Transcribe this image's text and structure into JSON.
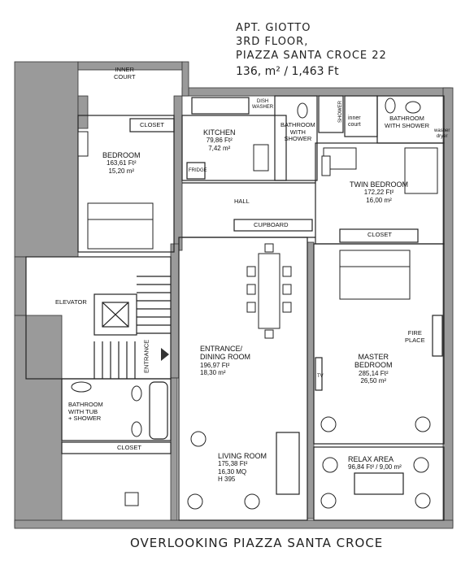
{
  "header": {
    "line1": "APT. GIOTTO",
    "line2": "3RD FLOOR,",
    "line3": "PIAZZA SANTA CROCE 22",
    "area": "136, m² / 1,463 Ft"
  },
  "footer": "OVERLOOKING PIAZZA SANTA CROCE",
  "labels": {
    "inner_court_1": "INNER",
    "inner_court_2": "COURT",
    "inner_court_small_1": "inner",
    "inner_court_small_2": "court",
    "dish_washer_1": "DISH",
    "dish_washer_2": "WASHER",
    "fridge": "FRIDGE",
    "closet": "CLOSET",
    "cupboard": "CUPBOARD",
    "hall": "HALL",
    "elevator": "ELEVATOR",
    "entrance": "ENTRANCE",
    "shower": "SHOWER",
    "tv": "TV",
    "fireplace_1": "FIRE",
    "fireplace_2": "PLACE",
    "washer_dryer_1": "washer",
    "washer_dryer_2": "dryer"
  },
  "rooms": {
    "bedroom": {
      "name": "BEDROOM",
      "ft": "163,61 Ft²",
      "m": "15,20 m²"
    },
    "kitchen": {
      "name": "KITCHEN",
      "ft": "79,86 Ft²",
      "m": "7,42 m²"
    },
    "bath_shower": {
      "name1": "BATHROOM",
      "name2": "WITH",
      "name3": "SHOWER"
    },
    "bath_shower_2": {
      "name1": "BATHROOM",
      "name2": "WITH SHOWER"
    },
    "twin": {
      "name": "TWIN BEDROOM",
      "ft": "172,22 Ft²",
      "m": "16,00 m²"
    },
    "dining": {
      "name1": "ENTRANCE/",
      "name2": "DINING ROOM",
      "ft": "196,97 Ft²",
      "m": "18,30 m²"
    },
    "master": {
      "name1": "MASTER",
      "name2": "BEDROOM",
      "ft": "285,14 Ft²",
      "m": "26,50 m²"
    },
    "bath_tub": {
      "name1": "BATHROOM",
      "name2": "WITH TUB",
      "name3": "+ SHOWER"
    },
    "living": {
      "name": "LIVING ROOM",
      "ft": "175,38 Ft²",
      "m": "16,30 MQ",
      "h": "H 395"
    },
    "relax": {
      "name": "RELAX AREA",
      "area": "96,84 Ft² / 9,00 m²"
    }
  }
}
